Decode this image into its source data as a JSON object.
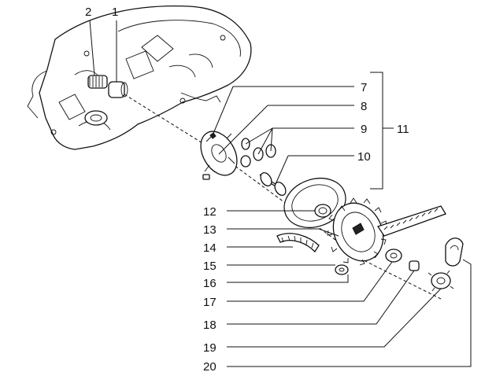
{
  "callouts": {
    "c1": "1",
    "c2": "2",
    "c7": "7",
    "c8": "8",
    "c9": "9",
    "c10": "10",
    "c11": "11",
    "c12": "12",
    "c13": "13",
    "c14": "14",
    "c15": "15",
    "c16": "16",
    "c17": "17",
    "c18": "18",
    "c19": "19",
    "c20": "20"
  }
}
